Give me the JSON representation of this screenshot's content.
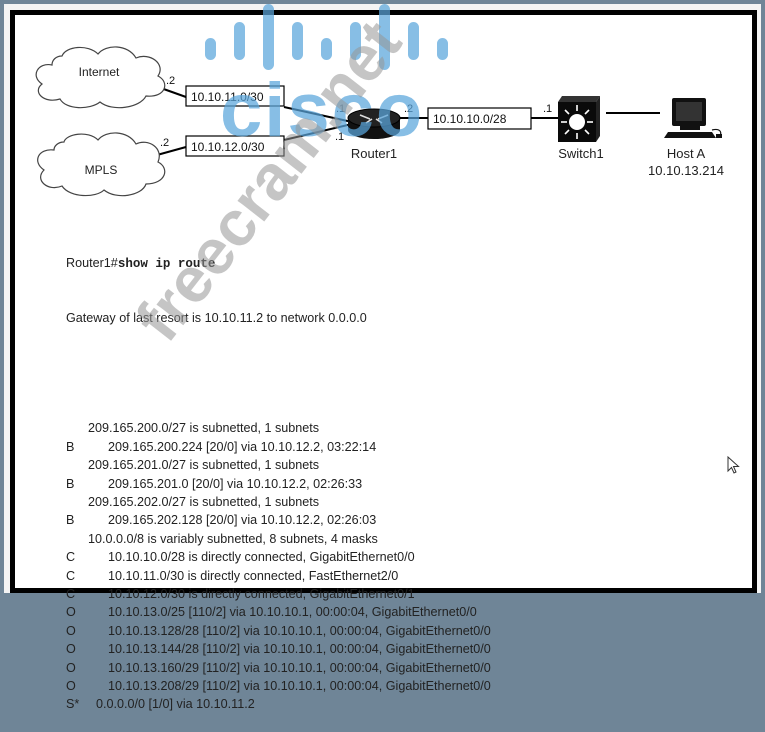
{
  "diagram": {
    "clouds": [
      {
        "id": "internet",
        "label": "Internet"
      },
      {
        "id": "mpls",
        "label": "MPLS"
      }
    ],
    "subnets": [
      {
        "id": "internet-link",
        "label": "10.10.11.0/30"
      },
      {
        "id": "mpls-link",
        "label": "10.10.12.0/30"
      },
      {
        "id": "lan-link",
        "label": "10.10.10.0/28"
      }
    ],
    "interface_labels": {
      "internet_side": ".2",
      "mpls_side": ".2",
      "router_to_internet": ".1",
      "router_to_mpls": ".1",
      "router_to_switch": ".2",
      "switch_side": ".1"
    },
    "devices": {
      "router": {
        "label": "Router1",
        "icon": "router-icon"
      },
      "switch": {
        "label": "Switch1",
        "icon": "multilayer-switch-icon"
      },
      "host": {
        "label": "Host A",
        "ip": "10.10.13.214",
        "icon": "workstation-icon"
      }
    }
  },
  "cli": {
    "prompt": "Router1#",
    "command": "show ip route",
    "gateway_line": "Gateway of last resort is 10.10.11.2 to network 0.0.0.0",
    "routes": [
      {
        "code": "",
        "text": "209.165.200.0/27 is subnetted, 1 subnets",
        "header": true
      },
      {
        "code": "B",
        "text": "209.165.200.224 [20/0] via 10.10.12.2, 03:22:14"
      },
      {
        "code": "",
        "text": "209.165.201.0/27 is subnetted, 1 subnets",
        "header": true
      },
      {
        "code": "B",
        "text": "209.165.201.0 [20/0] via 10.10.12.2, 02:26:33"
      },
      {
        "code": "",
        "text": "209.165.202.0/27 is subnetted, 1 subnets",
        "header": true
      },
      {
        "code": "B",
        "text": "209.165.202.128 [20/0] via 10.10.12.2, 02:26:03"
      },
      {
        "code": "",
        "text": "10.0.0.0/8 is variably subnetted, 8 subnets, 4 masks",
        "header": true
      },
      {
        "code": "C",
        "text": "10.10.10.0/28 is directly connected, GigabitEthernet0/0"
      },
      {
        "code": "C",
        "text": "10.10.11.0/30 is directly connected, FastEthernet2/0"
      },
      {
        "code": "C",
        "text": "10.10.12.0/30 is directly connected, GigabitEthernet0/1"
      },
      {
        "code": "O",
        "text": "10.10.13.0/25 [110/2] via 10.10.10.1, 00:00:04, GigabitEthernet0/0"
      },
      {
        "code": "O",
        "text": "10.10.13.128/28 [110/2] via 10.10.10.1, 00:00:04, GigabitEthernet0/0"
      },
      {
        "code": "O",
        "text": "10.10.13.144/28 [110/2] via 10.10.10.1, 00:00:04, GigabitEthernet0/0"
      },
      {
        "code": "O",
        "text": "10.10.13.160/29 [110/2] via 10.10.10.1, 00:00:04, GigabitEthernet0/0"
      },
      {
        "code": "O",
        "text": "10.10.13.208/29 [110/2] via 10.10.10.1, 00:00:04, GigabitEthernet0/0"
      },
      {
        "code": "S*",
        "text": "0.0.0.0/0 [1/0] via 10.10.11.2",
        "default": true
      }
    ]
  },
  "watermarks": {
    "logo_text": "cisco",
    "site_text": "freecram.net",
    "logo_color": "#5aa6dc"
  }
}
